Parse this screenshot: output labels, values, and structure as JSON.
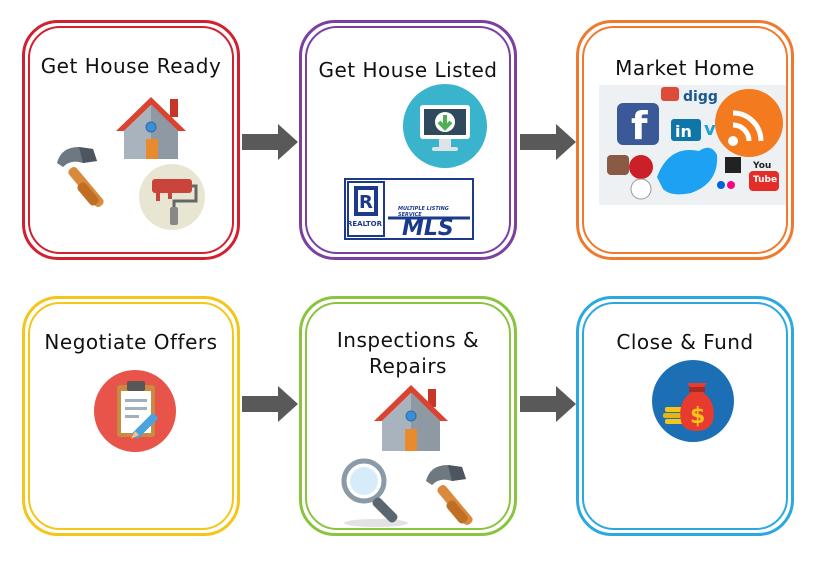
{
  "steps": [
    {
      "id": "ready",
      "title": "Get House Ready",
      "color": "#d1202f"
    },
    {
      "id": "listed",
      "title": "Get House Listed",
      "color": "#7b3fa0"
    },
    {
      "id": "market",
      "title": "Market Home",
      "color": "#ef7a2e"
    },
    {
      "id": "offers",
      "title": "Negotiate Offers",
      "color": "#f4c61a"
    },
    {
      "id": "inspect",
      "title": "Inspections & Repairs",
      "color": "#8ac43f"
    },
    {
      "id": "close",
      "title": "Close & Fund",
      "color": "#2aa8df"
    }
  ],
  "logos": {
    "realtor": "REALTOR",
    "mls": "MLS",
    "mls_service": "MULTIPLE LISTING SERVICE",
    "social": [
      "digg",
      "You",
      "Tube"
    ]
  },
  "icons": [
    "house-icon",
    "hammer-icon",
    "paint-roller-icon",
    "download-monitor-icon",
    "realtor-mls-logo",
    "social-media-collage",
    "clipboard-icon",
    "magnifying-glass-icon",
    "money-bag-icon",
    "arrow-right-icon"
  ]
}
